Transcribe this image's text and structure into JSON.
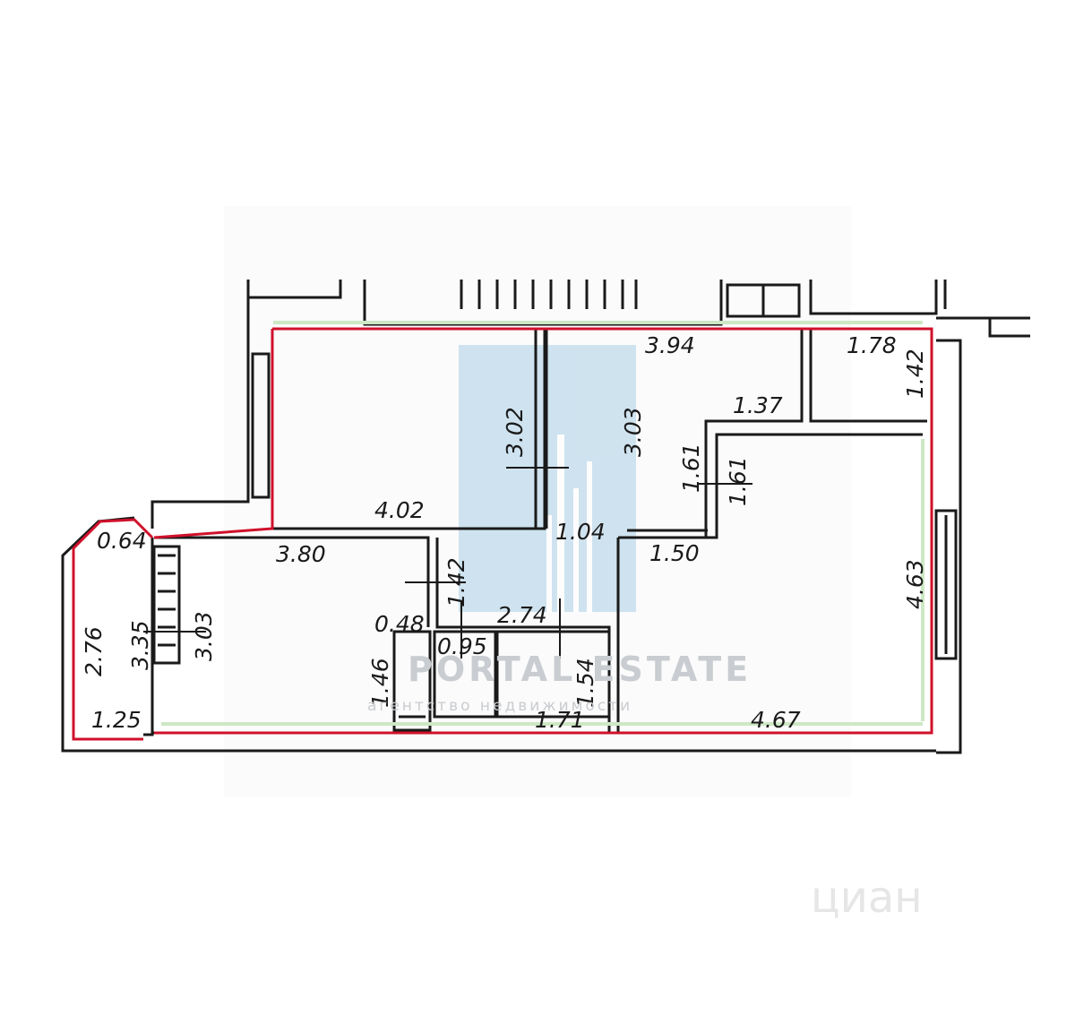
{
  "plan": {
    "outline_color": "#d0112b",
    "wall_color": "#1a1a1a",
    "watermark_color": "#c9ccd0",
    "watermark_bar_color": "#bcd9ea",
    "dimensions": {
      "room1_width": "4.02",
      "room1_height_left": "3.02",
      "room1_height_right": "3.03",
      "top_right_width": "3.94",
      "pantry_width": "1.78",
      "pantry_height": "1.42",
      "step_width": "1.37",
      "step_height_left": "1.61",
      "step_height_right": "1.61",
      "corridor_width": "1.04",
      "room2_step": "1.50",
      "room2_height": "4.63",
      "room2_width": "4.67",
      "kitchen_width": "3.80",
      "kitchen_height": "3.03",
      "hall_height": "1.42",
      "hall_width": "2.74",
      "wc_width": "0.48",
      "wc_height": "1.46",
      "bath_small": "0.95",
      "bath_height": "1.54",
      "bath_width": "1.71",
      "balcony_top": "0.64",
      "balcony_height": "2.76",
      "balcony_height_inner": "3.35",
      "balcony_width": "1.25"
    },
    "watermark": {
      "title": "PORTAL ESTATE",
      "subtitle": "агентство недвижимости"
    },
    "brand": "циан"
  }
}
